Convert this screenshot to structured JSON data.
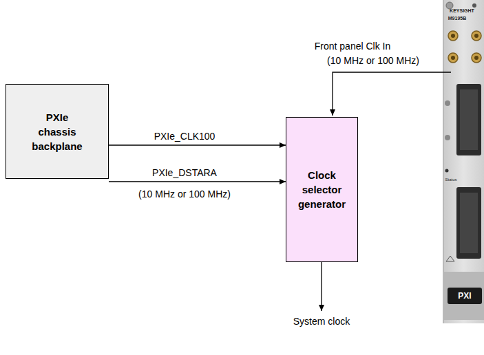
{
  "diagram": {
    "nodes": [
      {
        "text": [
          "PXIe chassis backplane"
        ]
      },
      {
        "text": [
          "Clock selector generator"
        ]
      }
    ],
    "edges": [
      {
        "from": 0,
        "to": 1,
        "arrow": "to",
        "label": "PXIe_CLK100"
      },
      {
        "from": 0,
        "to": 1,
        "arrow": "to",
        "label": "PXIe_DSTARA"
      }
    ],
    "labels": [
      "(10 MHz or 100 MHz)",
      "Front panel Clk In",
      "(10 MHz or 100 MHz)",
      "System clock",
      "KEYSIGHT",
      "M9195B",
      "Status",
      "PXI"
    ]
  }
}
